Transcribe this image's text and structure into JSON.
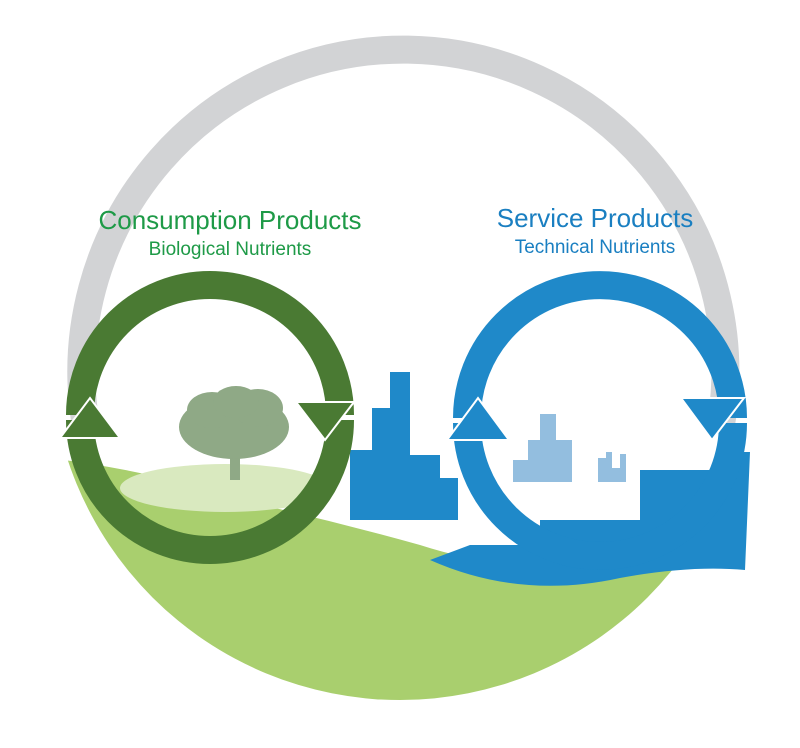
{
  "biological": {
    "title": "Consumption Products",
    "subtitle": "Biological Nutrients",
    "color": "#1e9a47",
    "cycle_color": "#4a7a33"
  },
  "technical": {
    "title": "Service Products",
    "subtitle": "Technical Nutrients",
    "color": "#1a7fc1",
    "cycle_color": "#1f89c9"
  },
  "colors": {
    "outer_arc": "#d2d3d5",
    "ground": "#a9cf6e",
    "tree": "#8fa986",
    "city_dark": "#1f89c9",
    "city_light": "#93bedf"
  },
  "icons": [
    "tree-icon",
    "city-skyline-icon",
    "cycle-arrow-icon"
  ]
}
